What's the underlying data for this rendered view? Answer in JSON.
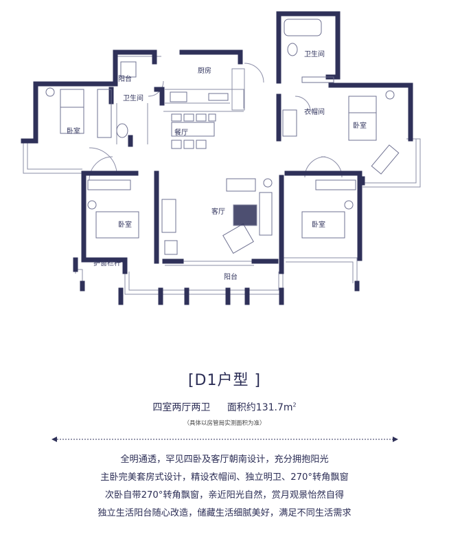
{
  "floorplan": {
    "rooms": {
      "balcony_small": "阳台",
      "kitchen": "厨房",
      "bath_left": "卫生间",
      "bath_right": "卫生间",
      "bedroom_nw": "卧室",
      "dining": "餐厅",
      "closet": "衣帽间",
      "bedroom_master": "卧室",
      "living": "客厅",
      "bedroom_sw": "卧室",
      "bedroom_se": "卧室",
      "railing": "护窗栏杆",
      "balcony_main": "阳台"
    },
    "colors": {
      "wall": "#2f3159",
      "line": "#8a8ca6",
      "text": "#33365f"
    }
  },
  "title": "[D1户型 ]",
  "layout_label": "四室两厅两卫",
  "area_label": "面积约131.7m",
  "area_unit_sup": "2",
  "note": "（具体以房管局实测面积为准）",
  "description": [
    "全明通透，罕见四卧及客厅朝南设计，充分拥抱阳光",
    "主卧完美套房式设计，精设衣帽间、独立明卫、270°转角飘窗",
    "次卧自带270°转角飘窗，亲近阳光自然，赏月观景怡然自得",
    "独立生活阳台随心改造，储藏生活细腻美好，满足不同生活需求"
  ]
}
